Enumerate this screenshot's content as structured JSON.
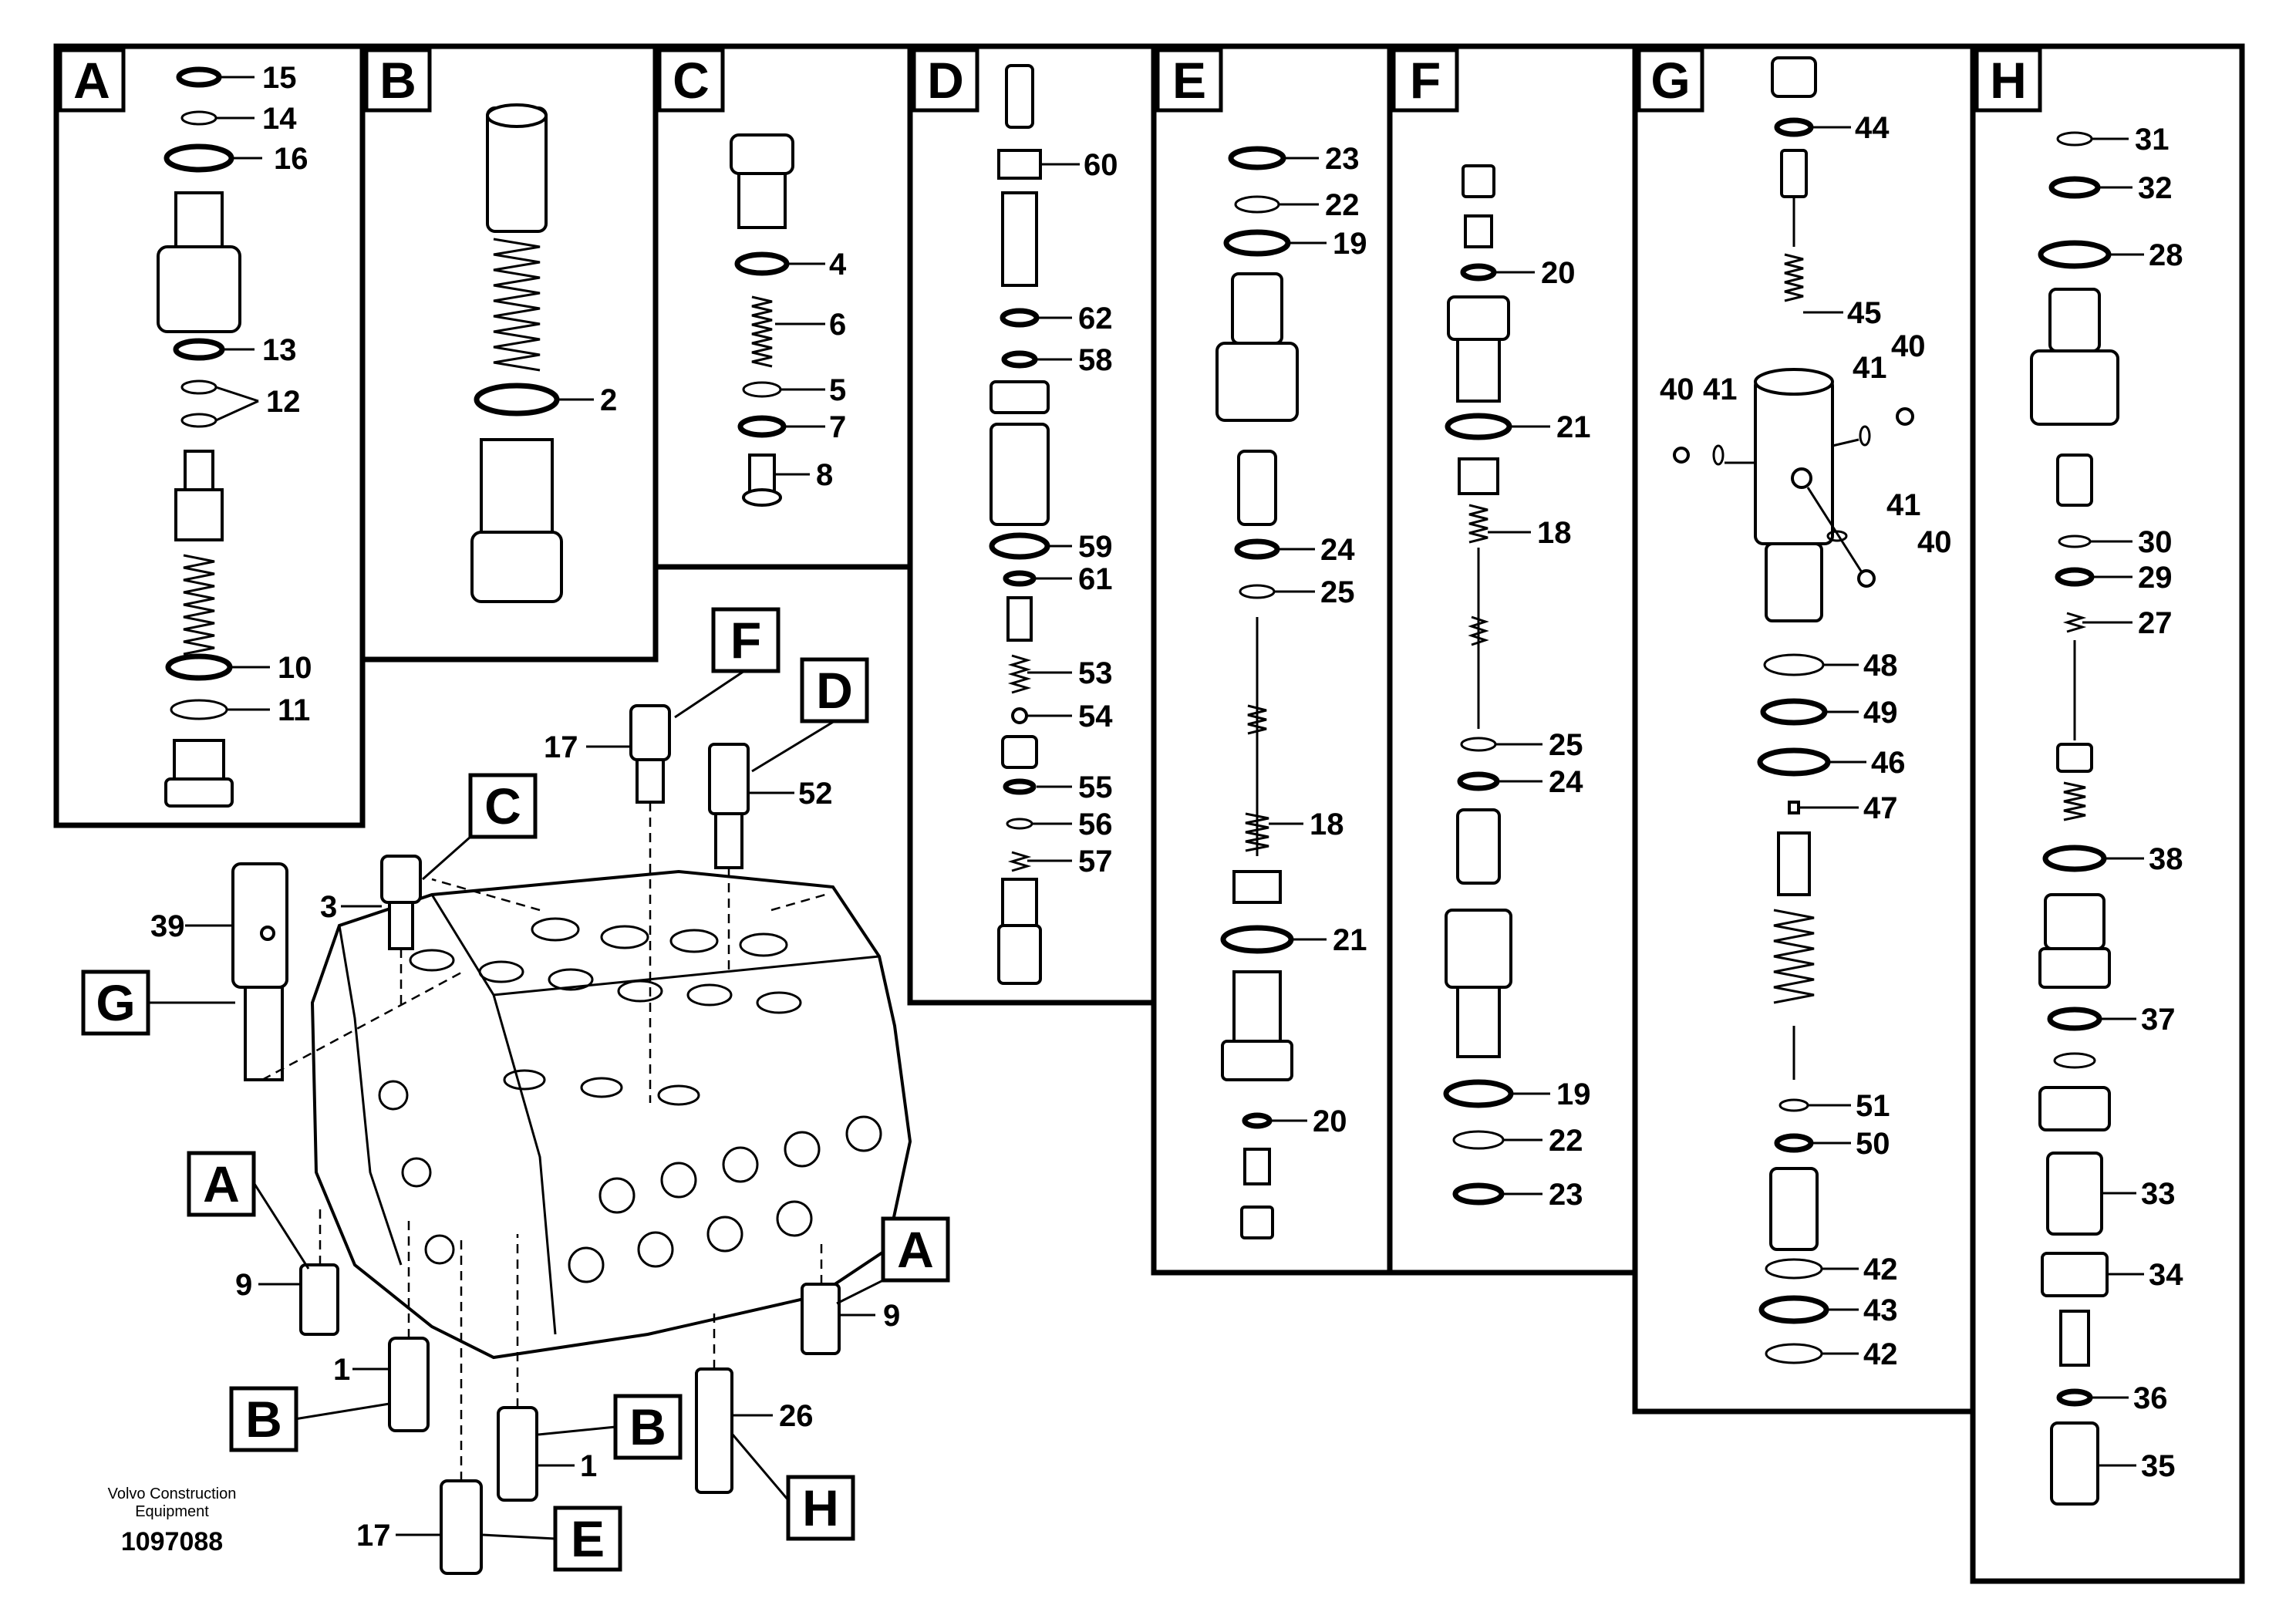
{
  "panels": {
    "A": {
      "letter": "A",
      "labels": [
        "15",
        "14",
        "16",
        "13",
        "12",
        "10",
        "11"
      ]
    },
    "B": {
      "letter": "B",
      "labels": [
        "2"
      ]
    },
    "C": {
      "letter": "C",
      "labels": [
        "4",
        "6",
        "5",
        "7",
        "8"
      ]
    },
    "D": {
      "letter": "D",
      "labels": [
        "60",
        "62",
        "58",
        "59",
        "61",
        "53",
        "54",
        "55",
        "56",
        "57"
      ]
    },
    "E": {
      "letter": "E",
      "labels": [
        "23",
        "22",
        "19",
        "24",
        "25",
        "18",
        "21",
        "20"
      ]
    },
    "F": {
      "letter": "F",
      "labels": [
        "20",
        "21",
        "18",
        "25",
        "24",
        "19",
        "22",
        "23"
      ]
    },
    "G": {
      "letter": "G",
      "labels": [
        "44",
        "45",
        "41",
        "40",
        "40",
        "41",
        "41",
        "40",
        "48",
        "49",
        "46",
        "47",
        "51",
        "50",
        "42",
        "43",
        "42"
      ]
    },
    "H": {
      "letter": "H",
      "labels": [
        "31",
        "32",
        "28",
        "30",
        "29",
        "27",
        "38",
        "37",
        "33",
        "34",
        "36",
        "35"
      ]
    }
  },
  "assembly": {
    "callouts": [
      "F",
      "D",
      "C",
      "G",
      "A",
      "A",
      "B",
      "B",
      "E",
      "H"
    ],
    "part_numbers": [
      "17",
      "52",
      "3",
      "39",
      "9",
      "9",
      "1",
      "1",
      "17",
      "26"
    ]
  },
  "credit": {
    "line1": "Volvo Construction",
    "line2": "Equipment"
  },
  "doc_id": "1097088"
}
